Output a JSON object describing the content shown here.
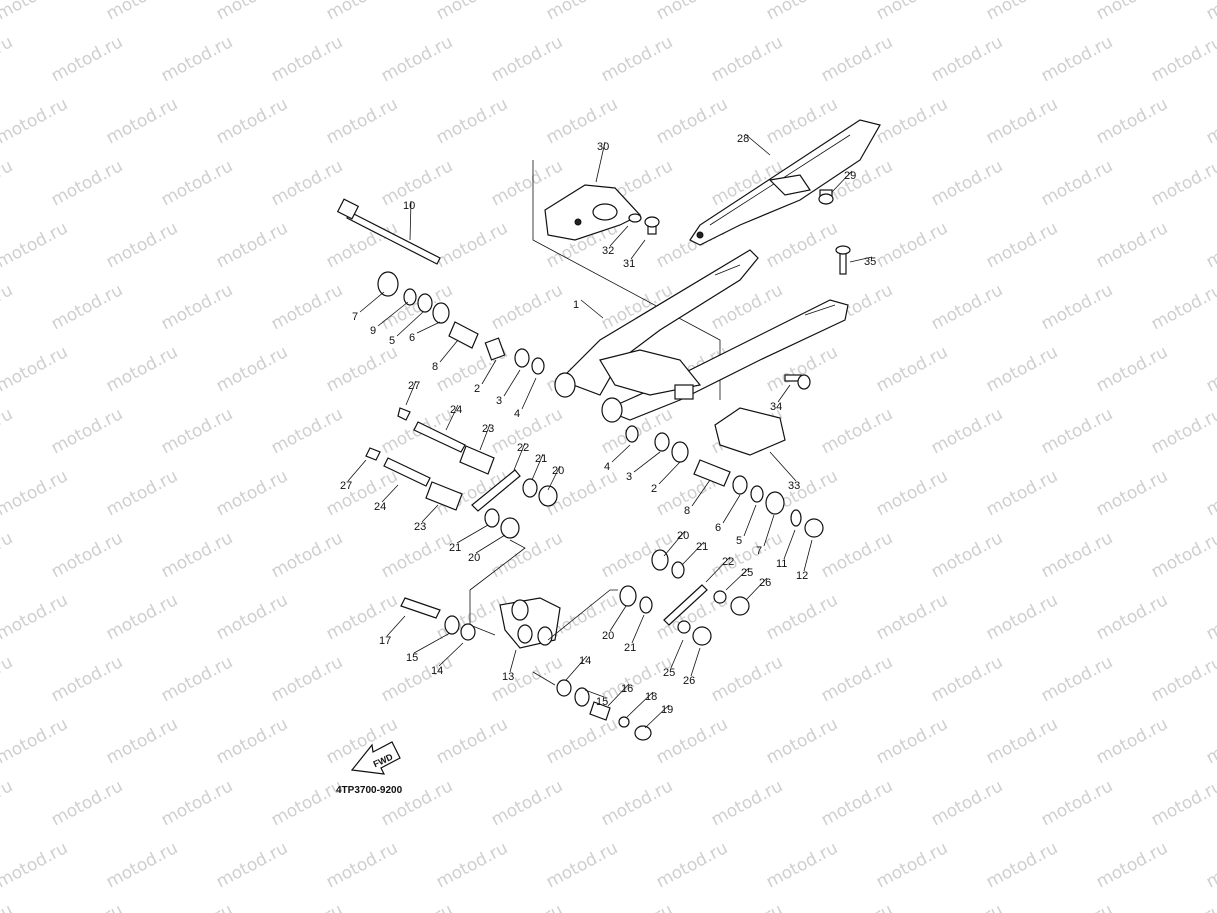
{
  "watermark": {
    "text": "motod.ru",
    "color": "#cfcfcf"
  },
  "diagram": {
    "code": "4TP3700-9200",
    "fwd_label": "FWD",
    "callouts": [
      "1",
      "2",
      "2",
      "3",
      "3",
      "4",
      "4",
      "5",
      "5",
      "6",
      "6",
      "7",
      "7",
      "8",
      "8",
      "9",
      "10",
      "11",
      "12",
      "13",
      "14",
      "14",
      "15",
      "15",
      "16",
      "17",
      "18",
      "19",
      "20",
      "20",
      "20",
      "20",
      "21",
      "21",
      "21",
      "21",
      "22",
      "22",
      "23",
      "23",
      "24",
      "24",
      "25",
      "25",
      "26",
      "26",
      "27",
      "27",
      "28",
      "29",
      "30",
      "31",
      "32",
      "33",
      "34",
      "35"
    ]
  }
}
